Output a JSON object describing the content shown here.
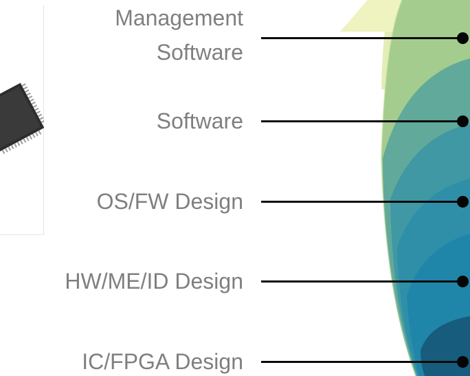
{
  "layers": [
    {
      "label_lines": [
        "Management",
        "Software"
      ]
    },
    {
      "label_lines": [
        "Software"
      ]
    },
    {
      "label_lines": [
        "OS/FW Design"
      ]
    },
    {
      "label_lines": [
        "HW/ME/ID Design"
      ]
    },
    {
      "label_lines": [
        "IC/FPGA Design"
      ]
    }
  ],
  "colors": {
    "label_text": "#7f7f7f",
    "connector": "#0a0a0a",
    "arrow_tip": "#eef3bf",
    "layer_1": "#a3cc8e",
    "layer_2": "#61a99a",
    "layer_3": "#3f98a3",
    "layer_4": "#1f86a9",
    "layer_5": "#1d6f95",
    "layer_6": "#175c7d"
  },
  "icons": [
    "chip-image"
  ]
}
